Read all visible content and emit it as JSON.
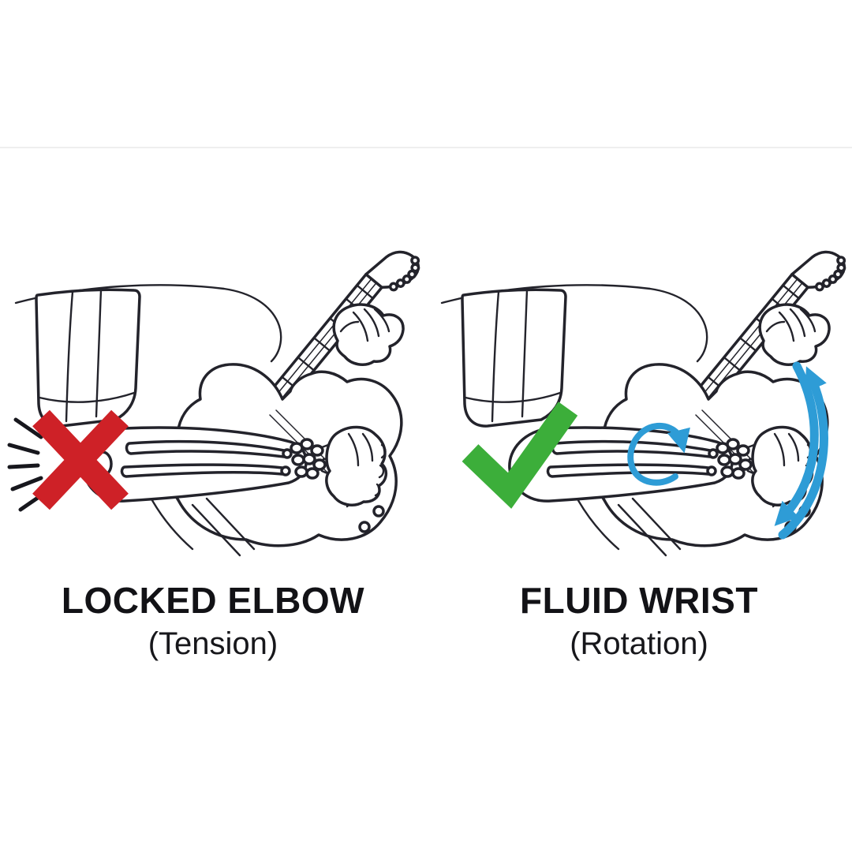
{
  "figure": {
    "background": "#ffffff",
    "ink": "#23232b",
    "divider_color": "#efefef",
    "illustration": "arm-playing-electric-guitar-line-art",
    "panels": [
      {
        "id": "locked-elbow",
        "title": "LOCKED ELBOW",
        "subtitle": "(Tension)",
        "marker_icon": "red-cross-icon",
        "marker_color": "#ce2127",
        "burst_color": "#17171d"
      },
      {
        "id": "fluid-wrist",
        "title": "FLUID WRIST",
        "subtitle": "(Rotation)",
        "marker_icon": "green-check-icon",
        "marker_color": "#3cae3a",
        "arrow_color": "#2e9cd6"
      }
    ]
  }
}
